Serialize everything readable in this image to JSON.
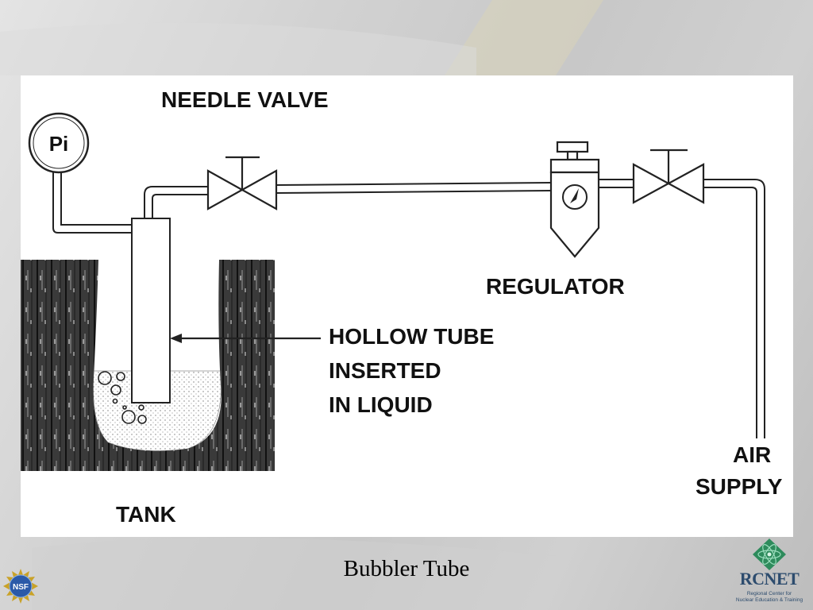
{
  "slide": {
    "caption": "Bubbler Tube"
  },
  "diagram": {
    "gauge_label": "Pi",
    "needle_valve_label": "NEEDLE VALVE",
    "regulator_label": "REGULATOR",
    "hollow_tube_lines": [
      "HOLLOW TUBE",
      "INSERTED",
      "IN LIQUID"
    ],
    "air_supply_lines": [
      "AIR",
      "SUPPLY"
    ],
    "tank_label": "TANK"
  },
  "logos": {
    "left_logo_text": "NSF",
    "right_logo_title": "RCNET",
    "right_logo_sub1": "Regional Center for",
    "right_logo_sub2": "Nuclear Education & Training"
  }
}
